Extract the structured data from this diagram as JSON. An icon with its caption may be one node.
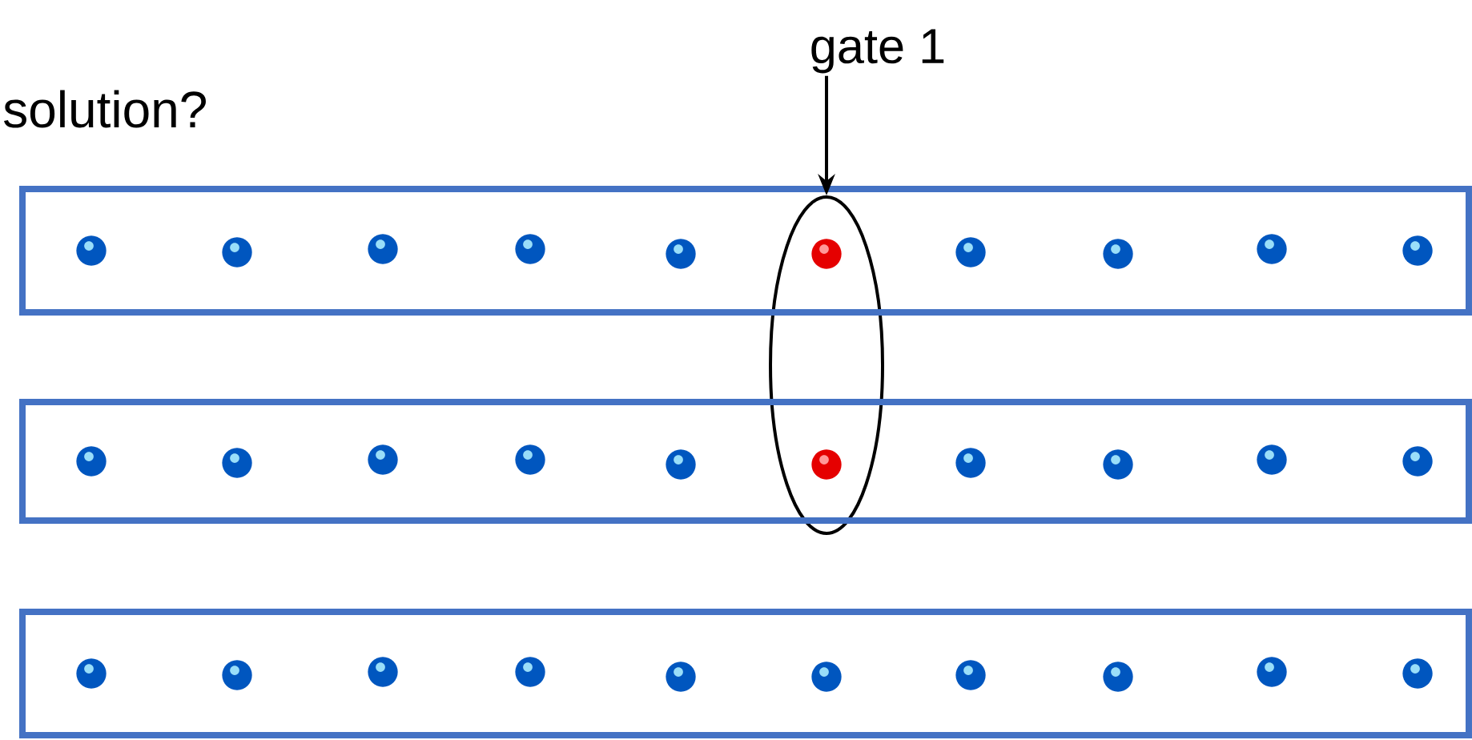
{
  "diagram": {
    "nodes": [
      {
        "text": [
          "gate 1"
        ]
      },
      {
        "text": [],
        "shape": "ellipse"
      },
      {
        "text": [],
        "shape": "box"
      },
      {
        "text": [],
        "shape": "box"
      },
      {
        "text": [],
        "shape": "box"
      }
    ],
    "edges": [
      {
        "from": 0,
        "to": 1,
        "arrow": "to"
      }
    ],
    "labels": [
      "solution?"
    ]
  }
}
